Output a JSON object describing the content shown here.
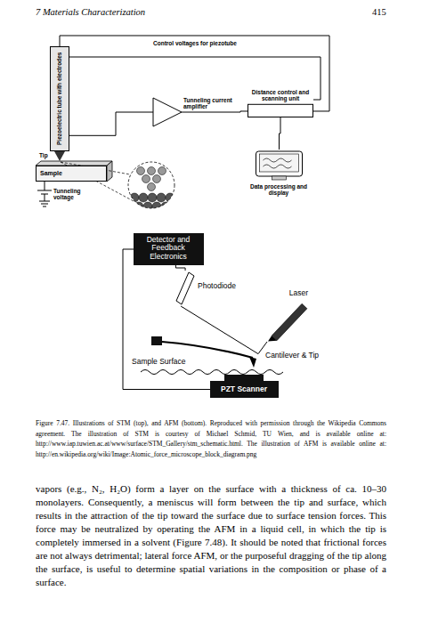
{
  "diagram": {
    "caption": "Figure 7.47. Illustrations of STM (top), and AFM (bottom). Reproduced with permission through the Wikipedia Commons agreement. The illustration of STM is courtesy of Michael Schmid, TU Wien, and is available online at: http://www.iap.tuwien.ac.at/www/surface/STM_Gallery/stm_schematic.html. The illustration of AFM is available online at: http://en.wikipedia.org/wiki/Image:Atomic_force_microscope_block_diagram.png",
    "nodes": [
      {
        "text": [
          "Piezoelectric tube with electrodes"
        ]
      },
      {
        "text": [
          "Sample"
        ]
      },
      {
        "text": [
          "Tunneling current amplifier"
        ]
      },
      {
        "text": [
          "Distance control and scanning unit"
        ]
      },
      {
        "text": [
          "Data processing and display"
        ]
      },
      {
        "text": [
          "Detector and Feedback Electronics"
        ]
      },
      {
        "text": [
          "Photodiode"
        ]
      },
      {
        "text": [
          "Laser"
        ]
      },
      {
        "text": [
          "Cantilever & Tip"
        ]
      },
      {
        "text": [
          "PZT Scanner"
        ]
      }
    ],
    "edges": [
      {
        "from": 0,
        "to": 2,
        "arrow": "none"
      },
      {
        "from": 2,
        "to": 3,
        "arrow": "none"
      },
      {
        "from": 3,
        "to": 0,
        "label": "Control voltages for piezotube",
        "arrow": "none"
      },
      {
        "from": 3,
        "to": 4,
        "arrow": "none"
      },
      {
        "from": 5,
        "to": 6,
        "arrow": "none"
      },
      {
        "from": 7,
        "to": 8,
        "arrow": "none"
      },
      {
        "from": 8,
        "to": 6,
        "arrow": "none"
      },
      {
        "from": 5,
        "to": 9,
        "arrow": "none"
      }
    ],
    "labels": [
      "7 Materials Characterization",
      "415",
      "Tip",
      "Tunneling voltage",
      "Sample Surface",
      "vapors (e.g., N₂, H₂O) form a layer on the surface with a thickness of ca. 10–30 monolayers. Consequently, a meniscus will form between the tip and surface, which results in the attraction of the tip toward the surface due to surface tension forces. This force may be neutralized by operating the AFM in a liquid cell, in which the tip is completely immersed in a solvent (Figure 7.48). It should be noted that frictional forces are not always detrimental; lateral force AFM, or the purposeful dragging of the tip along the surface, is useful to determine spatial variations in the composition or phase of a surface."
    ]
  }
}
